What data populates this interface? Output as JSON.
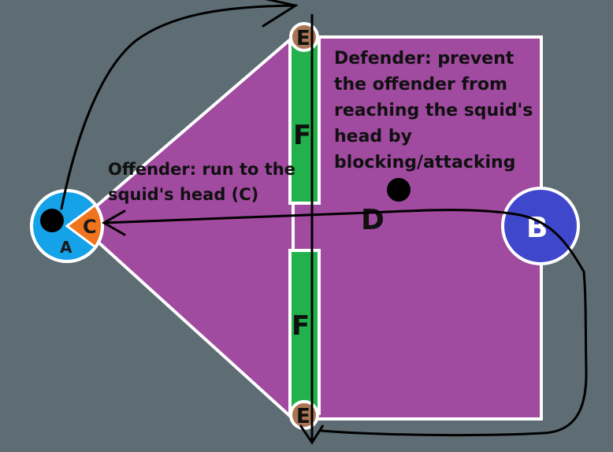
{
  "labels": {
    "player_a": "A",
    "squid_head": "C",
    "player_b": "B",
    "defender_marker": "D",
    "pillar_top": "E",
    "pillar_bottom": "E",
    "gate_top": "F",
    "gate_bottom": "F"
  },
  "notes": {
    "offender": "Offender: run to the\nsquid's head (C)",
    "defender": "Defender: prevent\nthe offender from\nreaching the squid's\nhead by\nblocking/attacking"
  },
  "colors": {
    "background": "#5e6d73",
    "field": "#a04aa0",
    "border": "#ffffff",
    "gate": "#22b14c",
    "circle_a": "#15a2e8",
    "squid_head": "#f0741d",
    "circle_b": "#3f48cc",
    "pillar": "#a87654",
    "stroke": "#000000"
  }
}
